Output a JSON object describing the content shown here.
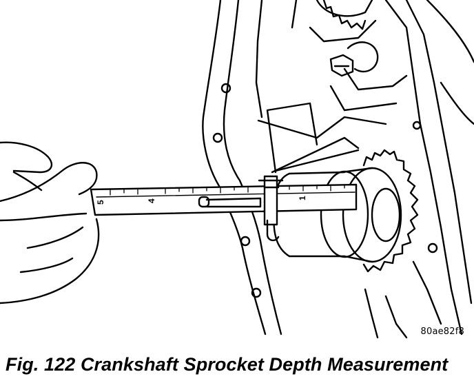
{
  "figure": {
    "caption": "Fig. 122 Crankshaft Sprocket Depth Measurement",
    "reference_code": "80ae82f8",
    "scale_labels": [
      "5",
      "4",
      "1"
    ]
  }
}
